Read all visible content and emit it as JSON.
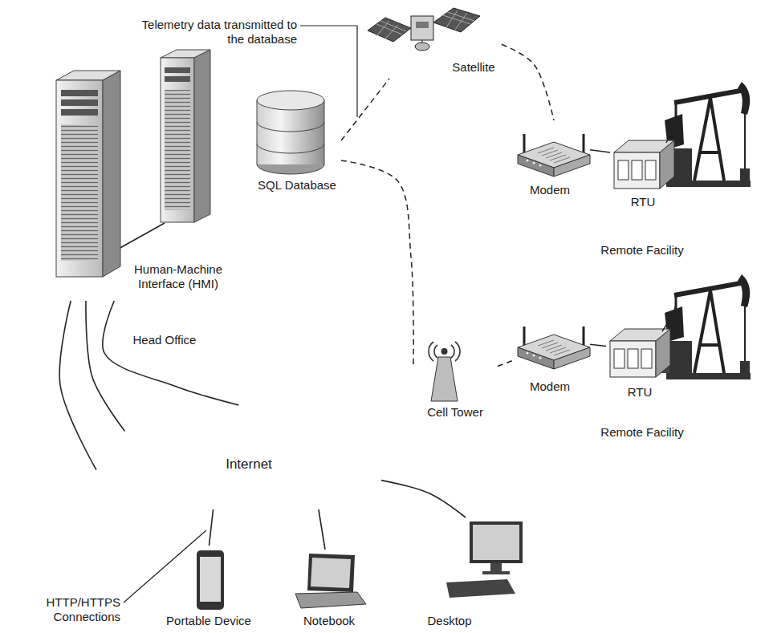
{
  "diagram": {
    "nodes": [
      {
        "text": [
          "Head Office"
        ]
      },
      {
        "text": [
          "Human-Machine Interface (HMI)"
        ],
        "in": 0
      },
      {
        "text": [
          "SQL Database"
        ],
        "in": 0
      },
      {
        "text": [
          "Satellite"
        ]
      },
      {
        "text": [
          "Remote Facility"
        ]
      },
      {
        "text": [
          "Modem"
        ],
        "in": 4
      },
      {
        "text": [
          "RTU"
        ],
        "in": 4
      },
      {
        "text": [
          "Remote Facility"
        ]
      },
      {
        "text": [
          "Modem"
        ],
        "in": 7
      },
      {
        "text": [
          "RTU"
        ],
        "in": 7
      },
      {
        "text": [
          "Cell Tower"
        ]
      },
      {
        "text": [
          "Internet"
        ]
      },
      {
        "text": [
          "Portable Device"
        ]
      },
      {
        "text": [
          "Notebook"
        ]
      },
      {
        "text": [
          "Desktop"
        ]
      }
    ],
    "edges": [
      {
        "from": 2,
        "to": 3,
        "arrow": "none"
      },
      {
        "from": 3,
        "to": 5,
        "arrow": "none"
      },
      {
        "from": 2,
        "to": 10,
        "arrow": "none"
      },
      {
        "from": 10,
        "to": 8,
        "arrow": "none"
      },
      {
        "from": 5,
        "to": 6,
        "arrow": "none"
      },
      {
        "from": 8,
        "to": 9,
        "arrow": "none"
      },
      {
        "from": 1,
        "to": 11,
        "arrow": "none"
      },
      {
        "from": 1,
        "to": 11,
        "arrow": "none"
      },
      {
        "from": 1,
        "to": 11,
        "arrow": "none"
      },
      {
        "from": 11,
        "to": 12,
        "arrow": "none"
      },
      {
        "from": 11,
        "to": 13,
        "arrow": "none"
      },
      {
        "from": 11,
        "to": 14,
        "arrow": "none"
      }
    ],
    "labels": [
      "Telemetry data transmitted to the database",
      "HTTP/HTTPS Connections"
    ]
  }
}
